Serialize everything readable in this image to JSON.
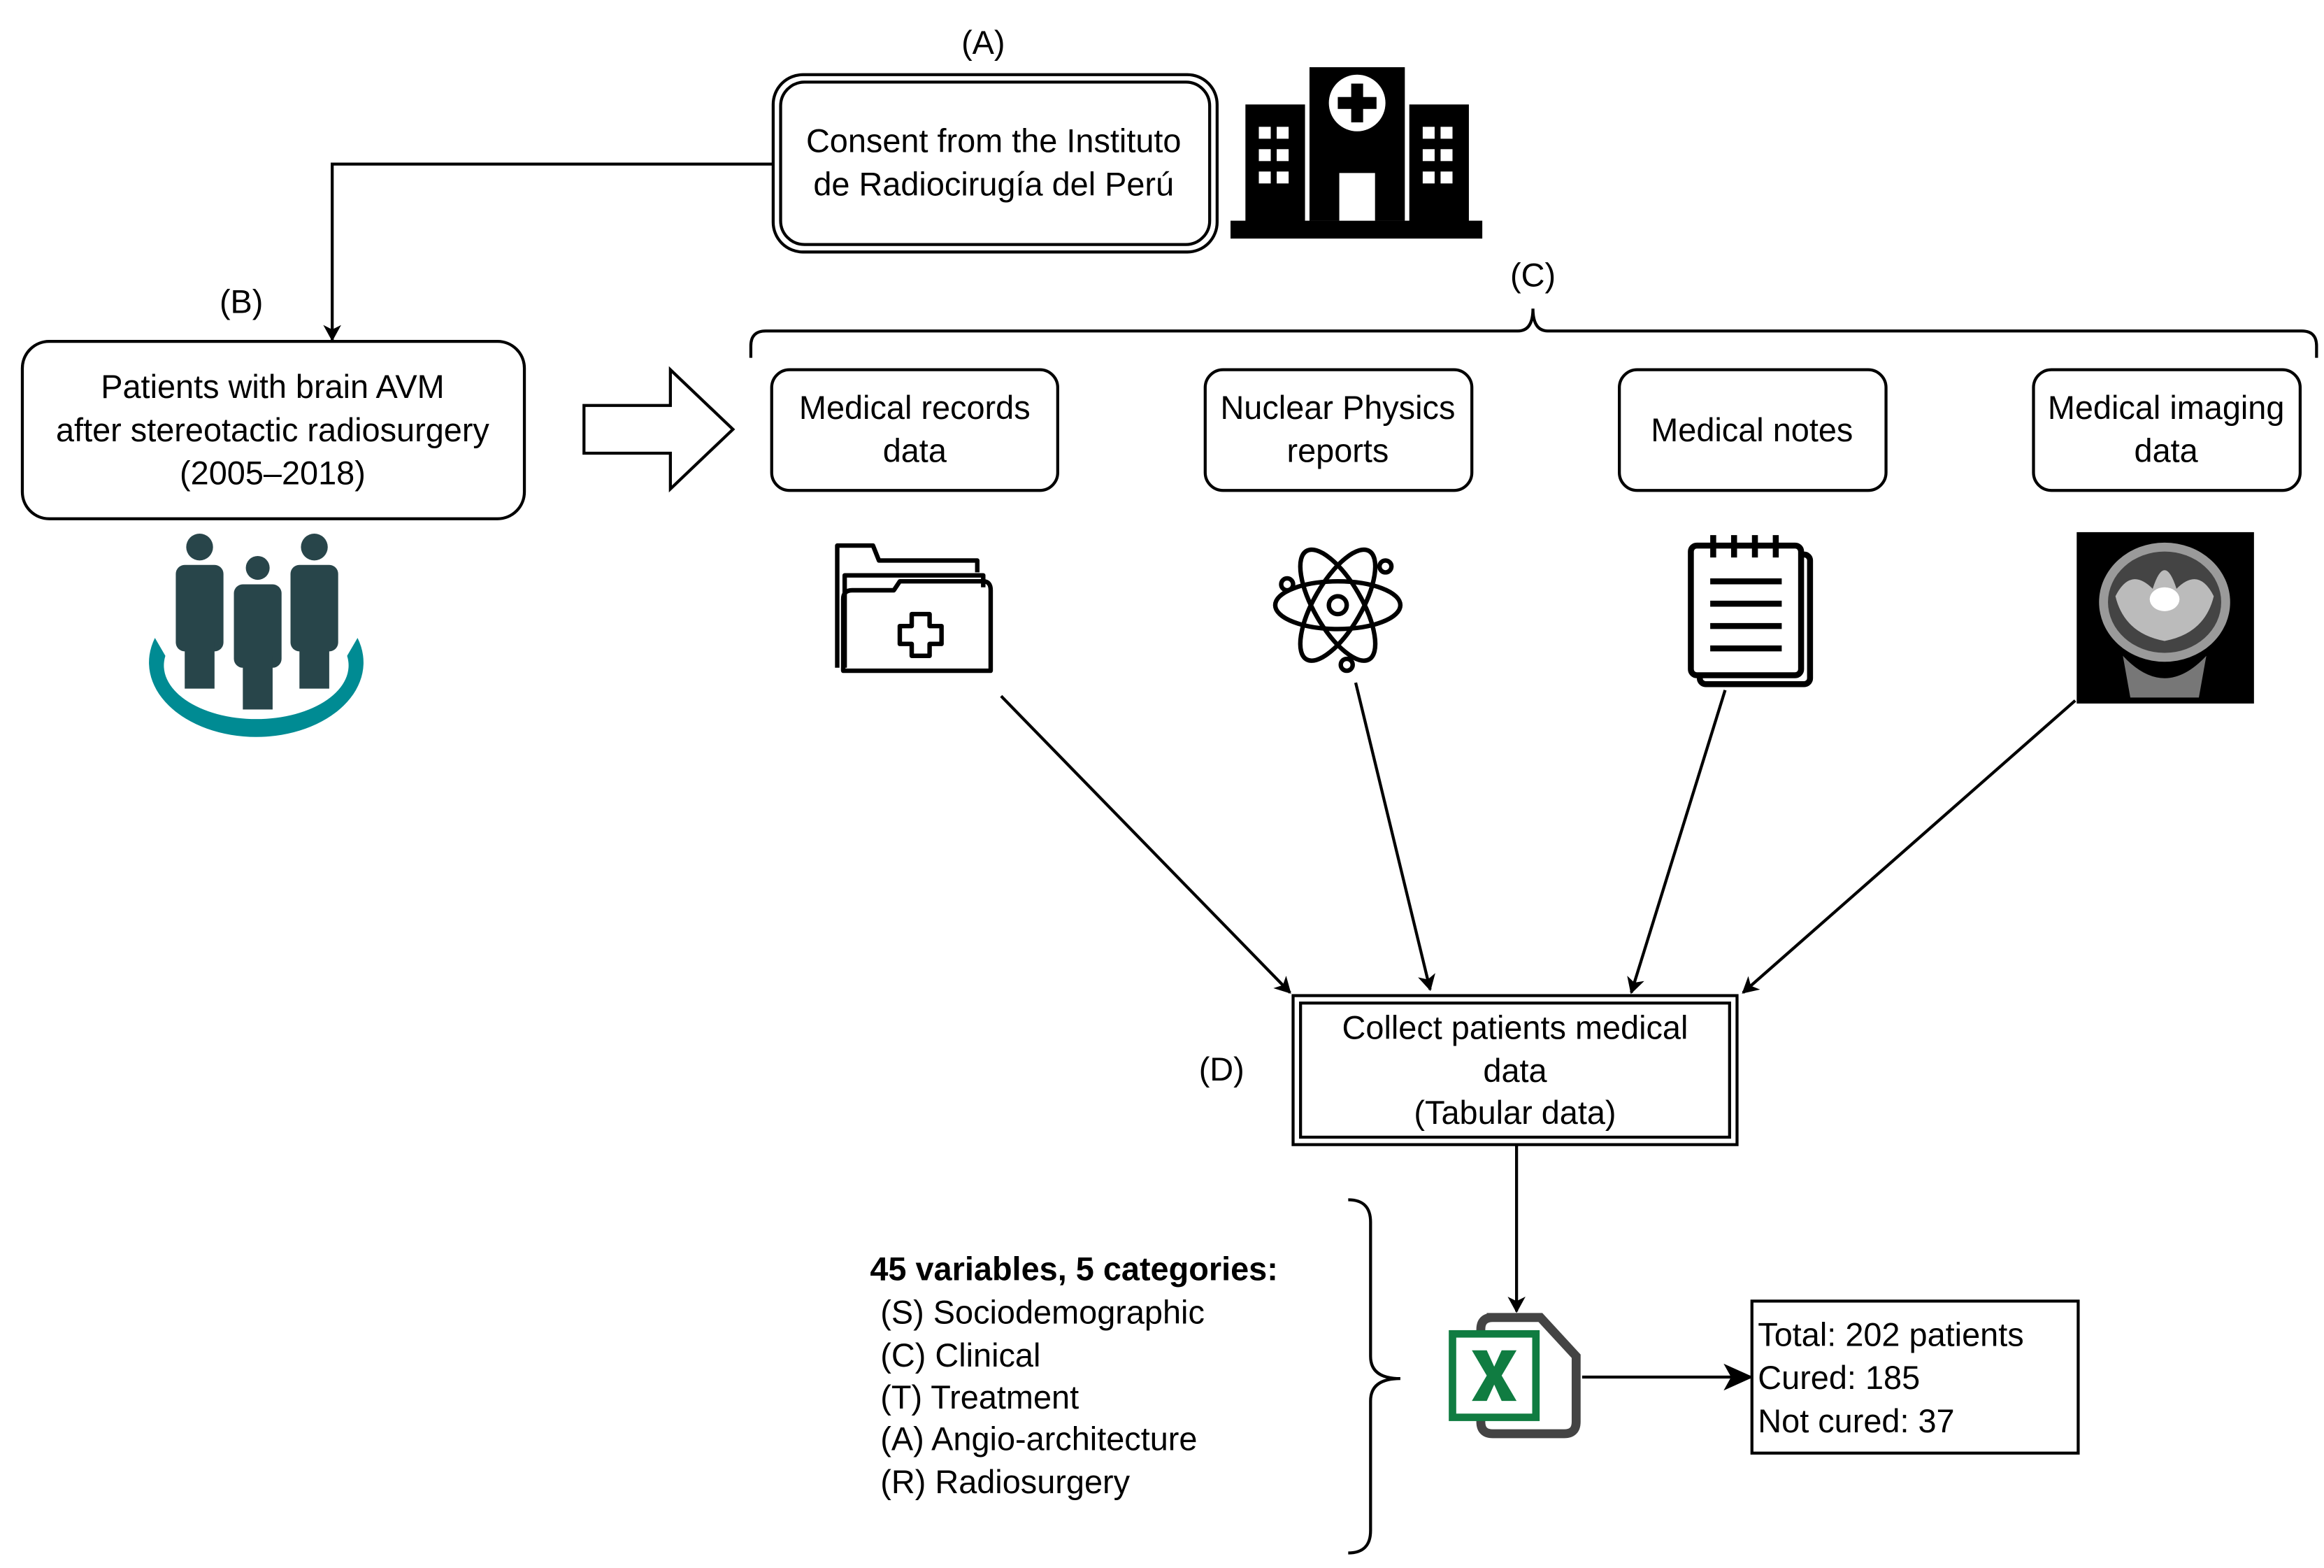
{
  "labels": {
    "a": "(A)",
    "b": "(B)",
    "c": "(C)",
    "d": "(D)"
  },
  "consent_box": {
    "lines": [
      "Consent from the Instituto",
      "de Radiocirugía del Perú"
    ]
  },
  "patients_box": {
    "lines": [
      "Patients with brain AVM",
      "after stereotactic radiosurgery",
      "(2005–2018)"
    ]
  },
  "sources": [
    {
      "lines": [
        "Medical records",
        "data"
      ],
      "icon": "medical-folder-icon"
    },
    {
      "lines": [
        "Nuclear Physics",
        "reports"
      ],
      "icon": "atom-icon"
    },
    {
      "lines": [
        "Medical notes"
      ],
      "icon": "notepad-icon"
    },
    {
      "lines": [
        "Medical imaging",
        "data"
      ],
      "icon": "brain-mri-icon"
    }
  ],
  "collect_box": {
    "lines": [
      "Collect patients medical",
      "data",
      "(Tabular data)"
    ]
  },
  "variables": {
    "title": "45 variables, 5 categories:",
    "items": [
      "(S) Sociodemographic",
      "(C) Clinical",
      "(T) Treatment",
      "(A) Angio-architecture",
      "(R) Radiosurgery"
    ]
  },
  "summary": {
    "lines": [
      "Total: 202 patients",
      "Cured: 185",
      "Not cured: 37"
    ]
  },
  "colors": {
    "people": "#28454a",
    "ring": "#008b93",
    "excel": "#107c41",
    "excel_doc": "#444444"
  }
}
